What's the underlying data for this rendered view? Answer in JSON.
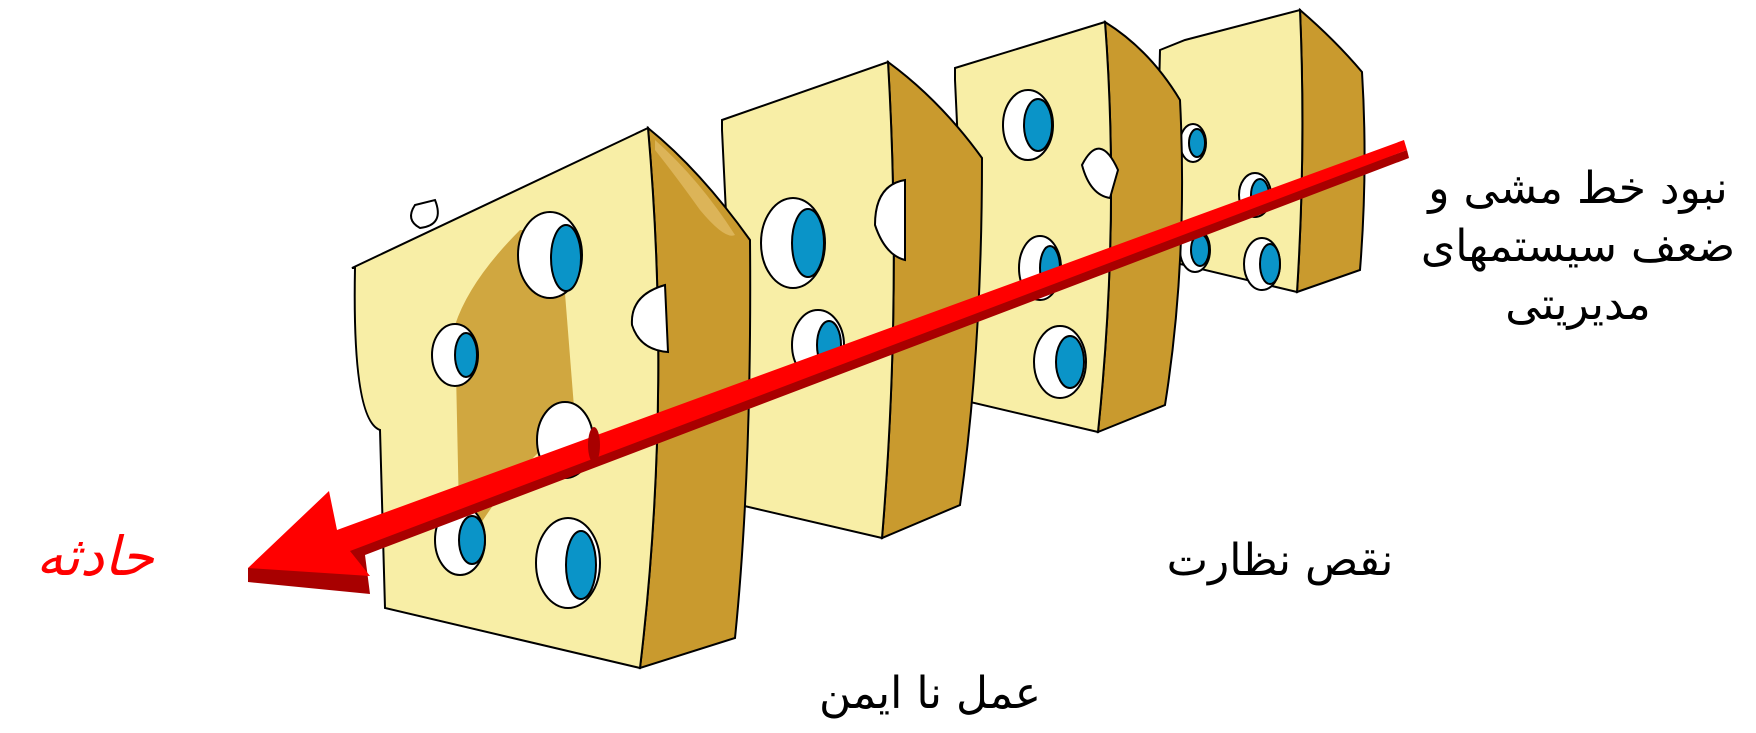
{
  "labels": {
    "management": "نبود خط مشی و ضعف سیستمهای مدیریتی",
    "supervision": "نقص نظارت",
    "unsafe_act": "عمل نا ایمن",
    "accident": "حادثه"
  },
  "colors": {
    "cheese_face": "#f8eea6",
    "cheese_side": "#c99a2e",
    "cheese_side_light": "#dcb458",
    "hole": "#0a94c8",
    "arrow": "#ff0000",
    "arrow_shadow": "#a80000",
    "accident_text": "#ff0000",
    "outline": "#000000"
  }
}
